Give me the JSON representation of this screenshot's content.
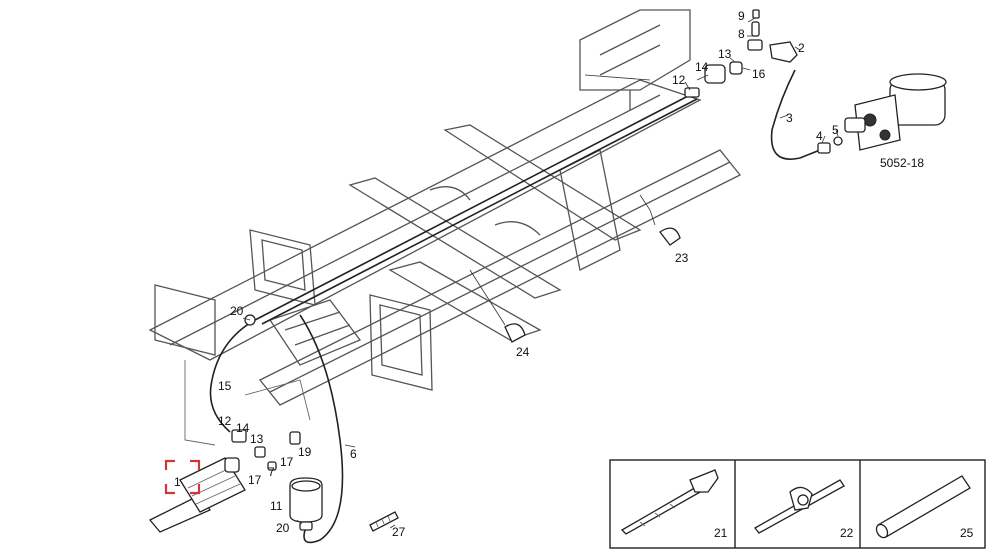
{
  "diagram": {
    "reference": "5052-18",
    "selected_callout": "1",
    "callouts": [
      {
        "id": "c1",
        "text": "1"
      },
      {
        "id": "c2",
        "text": "2"
      },
      {
        "id": "c3",
        "text": "3"
      },
      {
        "id": "c4",
        "text": "4"
      },
      {
        "id": "c5",
        "text": "5"
      },
      {
        "id": "c6",
        "text": "6"
      },
      {
        "id": "c7",
        "text": "7"
      },
      {
        "id": "c8",
        "text": "8"
      },
      {
        "id": "c9",
        "text": "9"
      },
      {
        "id": "c11",
        "text": "11"
      },
      {
        "id": "c12a",
        "text": "12"
      },
      {
        "id": "c12b",
        "text": "12"
      },
      {
        "id": "c13a",
        "text": "13"
      },
      {
        "id": "c13b",
        "text": "13"
      },
      {
        "id": "c14a",
        "text": "14"
      },
      {
        "id": "c14b",
        "text": "14"
      },
      {
        "id": "c15",
        "text": "15"
      },
      {
        "id": "c16",
        "text": "16"
      },
      {
        "id": "c17a",
        "text": "17"
      },
      {
        "id": "c17b",
        "text": "17"
      },
      {
        "id": "c19",
        "text": "19"
      },
      {
        "id": "c20a",
        "text": "20"
      },
      {
        "id": "c20b",
        "text": "20"
      },
      {
        "id": "c23",
        "text": "23"
      },
      {
        "id": "c24",
        "text": "24"
      },
      {
        "id": "c27",
        "text": "27"
      }
    ],
    "detail_panels": [
      {
        "id": "p21",
        "text": "21"
      },
      {
        "id": "p22",
        "text": "22"
      },
      {
        "id": "p25",
        "text": "25"
      }
    ]
  }
}
